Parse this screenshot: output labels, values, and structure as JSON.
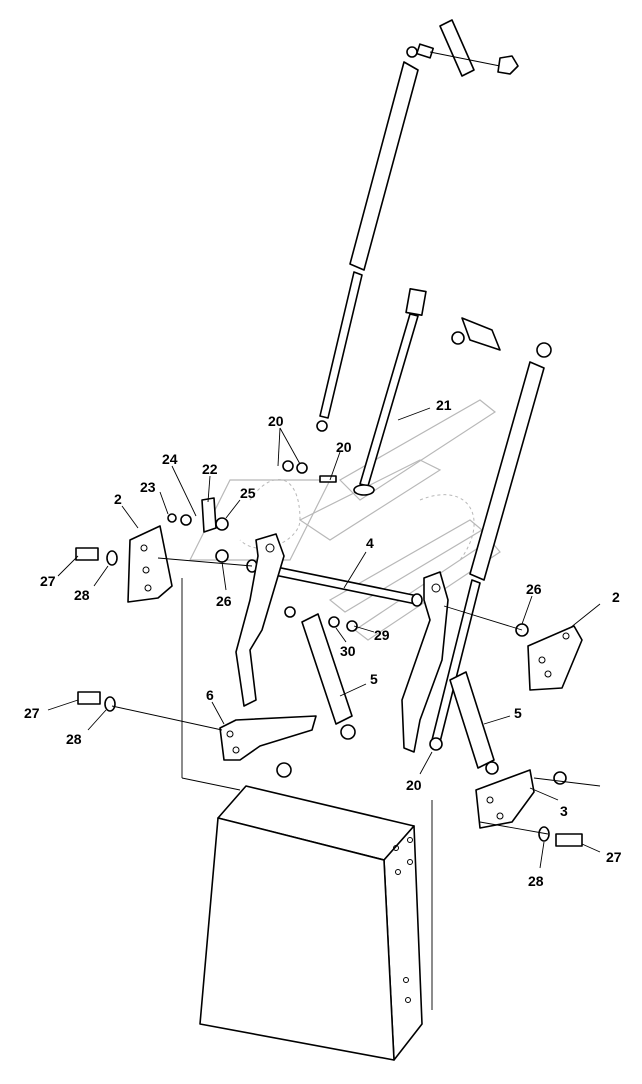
{
  "callouts": {
    "c20_top": "20",
    "c20_mid": "20",
    "c20_bot": "20",
    "c21": "21",
    "c24": "24",
    "c22": "22",
    "c23": "23",
    "c25": "25",
    "c2_left": "2",
    "c2_right": "2",
    "c4": "4",
    "c27_left": "27",
    "c28_left": "28",
    "c26_left": "26",
    "c26_right": "26",
    "c29": "29",
    "c30": "30",
    "c5_left": "5",
    "c5_right": "5",
    "c6": "6",
    "c27_lower": "27",
    "c28_lower": "28",
    "c3": "3",
    "c27_right": "27",
    "c28_right": "28"
  }
}
